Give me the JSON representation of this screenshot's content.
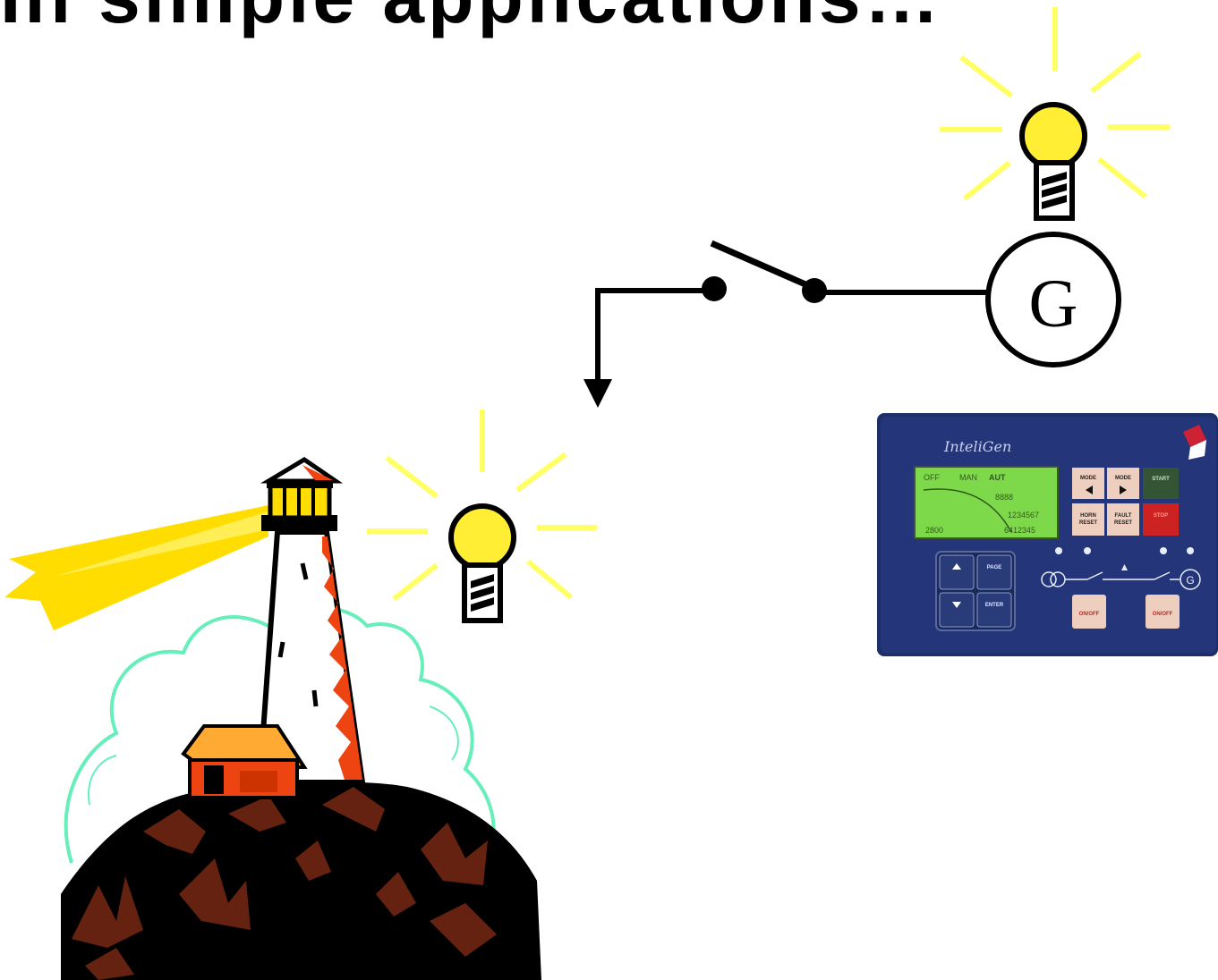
{
  "slide": {
    "title": "In simple applications…"
  },
  "diagram": {
    "generator_symbol": "G",
    "colors": {
      "lamp_glow": "#FFFF66",
      "bulb": "#FFEE33",
      "wire": "#000000",
      "panel_bg": "#1E2E66",
      "display": "#7ED94A",
      "stop_button": "#CC2222"
    }
  },
  "controller": {
    "brand": "InteliGen",
    "display_lines": [
      "OFF",
      "MAN",
      "AUT",
      "8888",
      "1234567",
      "2800",
      "6412345"
    ],
    "buttons": {
      "mode_left": "MODE",
      "mode_right": "MODE",
      "start": "START",
      "horn_reset": "HORN RESET",
      "fault_reset": "FAULT RESET",
      "stop": "STOP",
      "page": "PAGE",
      "enter": "ENTER",
      "mains_on_off": "ON/OFF",
      "gen_on_off": "ON/OFF"
    },
    "gen_symbol": "G"
  }
}
